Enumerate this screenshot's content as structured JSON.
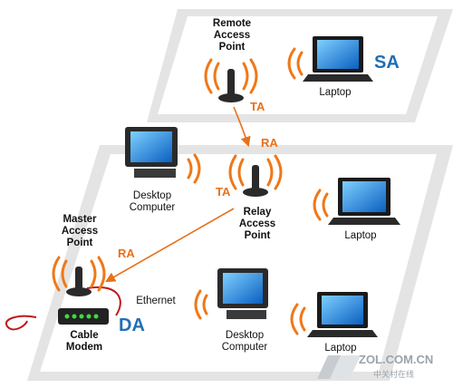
{
  "labels": {
    "remote_ap": "Remote Access Point",
    "remote_ap_lines": [
      "Remote",
      "Access",
      "Point"
    ],
    "laptop_sa": "Laptop",
    "desktop_left": [
      "Desktop",
      "Computer"
    ],
    "relay_ap": [
      "Relay",
      "Access",
      "Point"
    ],
    "laptop_mid": "Laptop",
    "master_ap": [
      "Master",
      "Access",
      "Point"
    ],
    "ethernet": "Ethernet",
    "cable_modem": [
      "Cable",
      "Modem"
    ],
    "desktop_bottom": [
      "Desktop",
      "Computer"
    ],
    "laptop_bottom": "Laptop"
  },
  "tags": {
    "ta_top": "TA",
    "ra_top": "RA",
    "ta_mid": "TA",
    "ra_bottom": "RA"
  },
  "zones": {
    "sa": "SA",
    "da": "DA"
  },
  "watermark": {
    "brand": "ZOL.COM.CN",
    "chinese": "中关村在线"
  },
  "colors": {
    "arrow": "#e8701a",
    "wave": "#f07818",
    "zone_text": "#1f6fb5",
    "floor": "#dcdcdc"
  }
}
